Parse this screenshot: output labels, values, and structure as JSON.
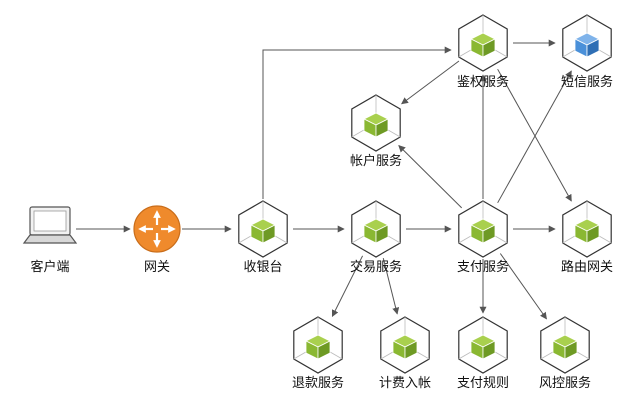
{
  "colors": {
    "hex_stroke": "#333333",
    "hex_fill": "#ffffff",
    "cube_green": "#8ab832",
    "cube_green_dark": "#6e9a24",
    "cube_blue": "#4a90d9",
    "cube_blue_dark": "#2f6fb5",
    "router": "#ef8a2c",
    "edge": "#555555"
  },
  "nodes": {
    "client": {
      "label": "客户端",
      "icon": "laptop-icon"
    },
    "gateway": {
      "label": "网关",
      "icon": "router-icon"
    },
    "cashier": {
      "label": "收银台",
      "icon": "service-cube-icon"
    },
    "trade": {
      "label": "交易服务",
      "icon": "service-cube-icon"
    },
    "pay": {
      "label": "支付服务",
      "icon": "service-cube-icon"
    },
    "route": {
      "label": "路由网关",
      "icon": "service-cube-icon"
    },
    "auth": {
      "label": "鉴权服务",
      "icon": "service-cube-icon"
    },
    "sms": {
      "label": "短信服务",
      "icon": "service-cube-blue-icon"
    },
    "account": {
      "label": "帐户服务",
      "icon": "service-cube-icon"
    },
    "refund": {
      "label": "退款服务",
      "icon": "service-cube-icon"
    },
    "billing": {
      "label": "计费入帐",
      "icon": "service-cube-icon"
    },
    "payrules": {
      "label": "支付规则",
      "icon": "service-cube-icon"
    },
    "risk": {
      "label": "风控服务",
      "icon": "service-cube-icon"
    }
  },
  "edges": [
    [
      "client",
      "gateway"
    ],
    [
      "gateway",
      "cashier"
    ],
    [
      "cashier",
      "trade"
    ],
    [
      "cashier",
      "auth"
    ],
    [
      "trade",
      "pay"
    ],
    [
      "trade",
      "refund"
    ],
    [
      "trade",
      "billing"
    ],
    [
      "pay",
      "route"
    ],
    [
      "pay",
      "auth"
    ],
    [
      "pay",
      "sms"
    ],
    [
      "pay",
      "account"
    ],
    [
      "pay",
      "payrules"
    ],
    [
      "pay",
      "risk"
    ],
    [
      "auth",
      "sms"
    ],
    [
      "auth",
      "account"
    ],
    [
      "auth",
      "route"
    ]
  ]
}
